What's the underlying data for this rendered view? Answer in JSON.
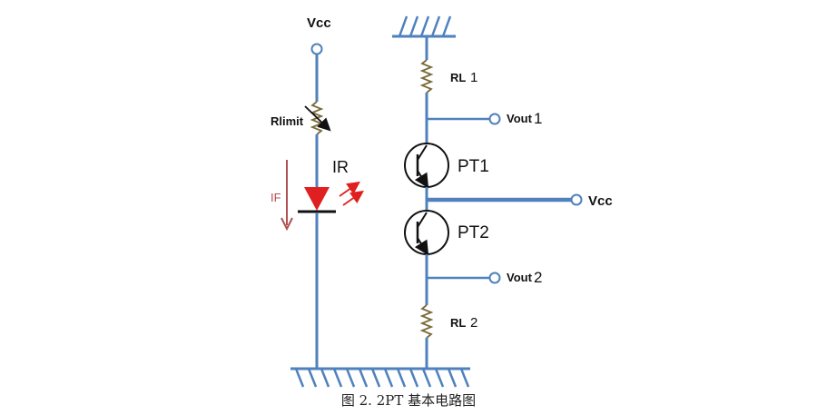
{
  "labels": {
    "vcc_top": "Vcc",
    "r_limit": "Rlimit",
    "ir": "IR",
    "if": "IF",
    "rl1_main": "RL",
    "rl1_num": "1",
    "vout1_main": "Vout",
    "vout1_num": "1",
    "pt1": "PT1",
    "vcc_right": "Vcc",
    "pt2": "PT2",
    "vout2_main": "Vout",
    "vout2_num": "2",
    "rl2_main": "RL",
    "rl2_num": "2"
  },
  "caption": "图 2. 2PT 基本电路图",
  "colors": {
    "wire": "#4f81bd",
    "resistor": "#7a6a3a",
    "led": "#e02020",
    "current_arrow": "#b05050",
    "symbol": "#111111"
  }
}
